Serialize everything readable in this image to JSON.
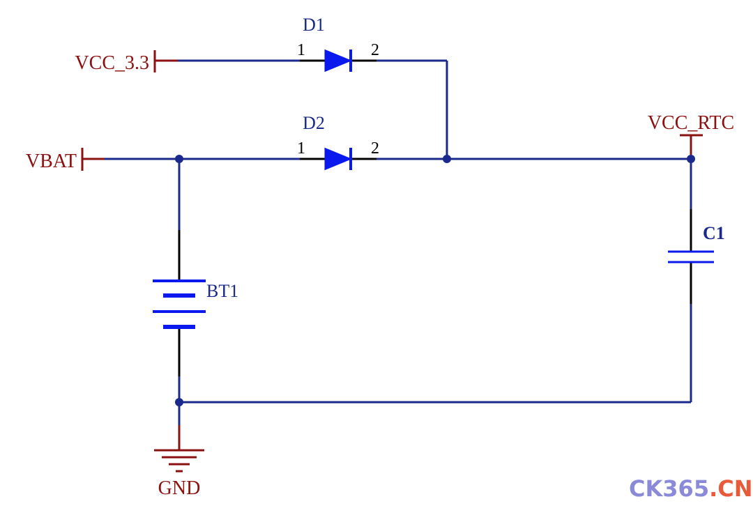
{
  "ports": {
    "vcc_3v3": "VCC_3.3",
    "vbat": "VBAT",
    "vcc_rtc": "VCC_RTC",
    "gnd": "GND"
  },
  "components": {
    "d1": {
      "designator": "D1",
      "pin1": "1",
      "pin2": "2"
    },
    "d2": {
      "designator": "D2",
      "pin1": "1",
      "pin2": "2"
    },
    "bt1": {
      "designator": "BT1"
    },
    "c1": {
      "designator": "C1"
    }
  },
  "watermark": {
    "part1": "CK365",
    "part2": ".CN"
  },
  "colors": {
    "wire": "#1a2a8c",
    "component": "#0a1aee",
    "port": "#8b1010",
    "pin_lead": "#000000"
  }
}
